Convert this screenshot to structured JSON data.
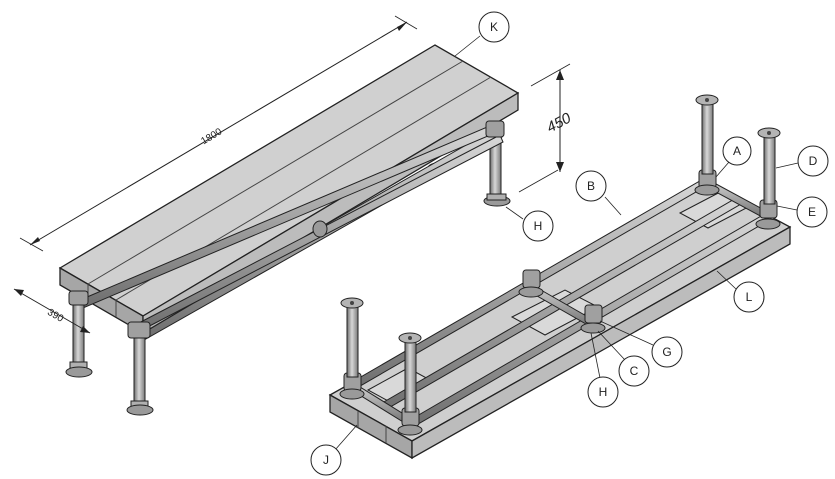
{
  "dimensions": {
    "length": "1800",
    "height": "450",
    "depth": "390"
  },
  "callouts": {
    "A": "A",
    "B": "B",
    "C": "C",
    "D": "D",
    "E": "E",
    "G": "G",
    "H_assembled": "H",
    "H_underside": "H",
    "J": "J",
    "K": "K",
    "L": "L"
  },
  "colors": {
    "wood_top": "#cfcfcf",
    "wood_front": "#a9a9a9",
    "wood_side": "#bdbdbd",
    "pipe": "#8a8a8a",
    "outline": "#222222"
  }
}
